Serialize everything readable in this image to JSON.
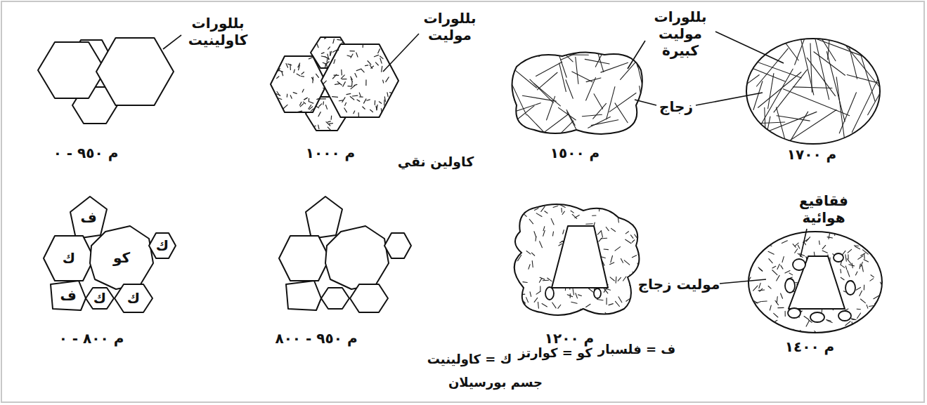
{
  "diagram": {
    "nodes": [
      {
        "text": [
          "ف"
        ]
      },
      {
        "text": [
          "ك"
        ]
      },
      {
        "text": [
          "كو"
        ]
      },
      {
        "text": [
          "ك"
        ]
      },
      {
        "text": [
          "ف"
        ]
      },
      {
        "text": [
          "ك"
        ]
      },
      {
        "text": [
          "ك"
        ]
      }
    ],
    "labels": [
      "بللورات كاولينيت",
      "٠ - ٩٥٠ م",
      "بللورات موليت",
      "١٠٠٠ م",
      "كاولين نقي",
      "بللورات موليت كبيرة",
      "زجاج",
      "١٥٠٠ م",
      "١٧٠٠ م",
      "٠ - ٨٠٠ م",
      "٨٠٠ - ٩٥٠ م",
      "١٢٠٠ م",
      "فقاقيع هوائية",
      "موليت زجاج",
      "١٤٠٠ م",
      "ك = كاولينيت",
      "كو = كوارتز",
      "ف = فلسبار",
      "جسم بورسيلان"
    ]
  }
}
